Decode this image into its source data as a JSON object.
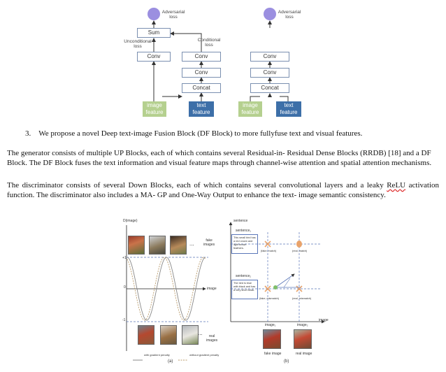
{
  "diagram_left": {
    "adv_loss": "Adversarial\nloss",
    "sum": "Sum",
    "uncond_loss": "Unconditional\nloss",
    "cond_loss": "Conditional\nloss",
    "conv_a": "Conv",
    "conv_b": "Conv",
    "conv_c": "Conv",
    "concat": "Concat",
    "image_feature": "image\nfeature",
    "text_feature": "text\nfeature"
  },
  "diagram_right": {
    "adv_loss": "Adversarial\nloss",
    "conv_a": "Conv",
    "conv_b": "Conv",
    "concat": "Concat",
    "image_feature": "image\nfeature",
    "text_feature": "text\nfeature"
  },
  "list_item": {
    "number": "3.",
    "text": "We propose a novel Deep text-image Fusion Block (DF Block) to more fullyfuse text and visual features."
  },
  "para_generator": "The generator consists of multiple UP  Blocks, each of which contains several Residual-in- Residual Dense Blocks (RRDB) [18] and a DF Block. The DF Block fuses the text information and visual feature maps through channel-wise attention and spatial attention mechanisms.",
  "para_discriminator_pre": "The discriminator consists of several Down Blocks, each of which contains several convolutional layers and a leaky ",
  "para_discriminator_relu": "ReLU",
  "para_discriminator_post": " activation function. The discriminator also includes a MA- GP and One-Way Output to enhance the text- image semantic consistency.",
  "figure_a": {
    "ylabel": "D(image)",
    "tick_pos": "+1",
    "tick_zero": "0",
    "tick_neg": "-1",
    "xaxis": "image",
    "fake_images": "fake\nimages",
    "real_images": "real\nimages",
    "dots": "...",
    "legend_with": "with gradient penalty",
    "legend_without": "without gradient penalty",
    "caption": "(a)"
  },
  "figure_b": {
    "axis_sentence": "sentence",
    "sentence_top": "sentence₁",
    "sentence_mid": "sentence₂",
    "bubble_top": "This small bird has a red crown and light brown feathers.",
    "bubble_mid": "The bird is blue with black and has a very short beak.",
    "lbl_fake_match": "(fake, match)",
    "lbl_real_match": "(real, match)",
    "lbl_fake_mismatch": "(fake, mismatch)",
    "lbl_real_mismatch": "(real, mismatch)",
    "image_f": "image₁",
    "image_r": "image₂",
    "xaxis": "image",
    "fake_image": "fake image",
    "real_image": "real image",
    "caption": "(b)"
  },
  "colors": {
    "node": "#9b8fe0",
    "image_feature": "#b5d08f",
    "text_feature": "#3d6fa8",
    "box_border": "#7a8fb0",
    "marker_orange": "#e9a36b",
    "marker_green": "#7fbf6a",
    "dash_blue": "#5a76b8"
  }
}
